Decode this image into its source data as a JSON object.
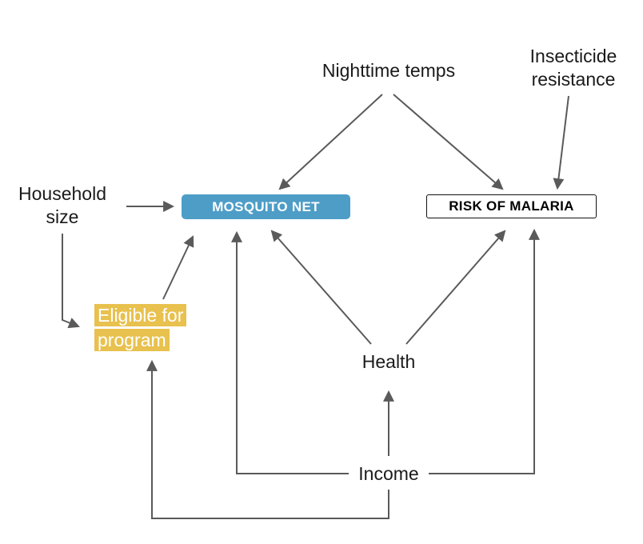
{
  "diagram": {
    "type": "causal-dag",
    "arrow_color": "#5a5a5a",
    "nodes": {
      "nighttime_temps": {
        "label": "Nighttime temps",
        "style": "plain-text"
      },
      "insecticide_resistance": {
        "label": "Insecticide resistance",
        "style": "plain-text"
      },
      "household_size": {
        "label": "Household size",
        "style": "plain-text"
      },
      "mosquito_net": {
        "label": "MOSQUITO NET",
        "style": "filled-box",
        "fill": "#4d9dc7",
        "text_color": "#ffffff"
      },
      "risk_of_malaria": {
        "label": "RISK OF MALARIA",
        "style": "outlined-box",
        "fill": "#ffffff",
        "border_color": "#111111",
        "text_color": "#000000"
      },
      "eligible_for_program": {
        "label": "Eligible for program",
        "style": "highlighted-text",
        "fill": "#e8c14e",
        "text_color": "#ffffff"
      },
      "health": {
        "label": "Health",
        "style": "plain-text"
      },
      "income": {
        "label": "Income",
        "style": "plain-text"
      }
    },
    "edges": [
      {
        "from": "nighttime_temps",
        "to": "mosquito_net"
      },
      {
        "from": "nighttime_temps",
        "to": "risk_of_malaria"
      },
      {
        "from": "insecticide_resistance",
        "to": "risk_of_malaria"
      },
      {
        "from": "household_size",
        "to": "mosquito_net"
      },
      {
        "from": "household_size",
        "to": "eligible_for_program"
      },
      {
        "from": "eligible_for_program",
        "to": "mosquito_net"
      },
      {
        "from": "health",
        "to": "mosquito_net"
      },
      {
        "from": "health",
        "to": "risk_of_malaria"
      },
      {
        "from": "income",
        "to": "health"
      },
      {
        "from": "income",
        "to": "mosquito_net"
      },
      {
        "from": "income",
        "to": "risk_of_malaria"
      },
      {
        "from": "income",
        "to": "eligible_for_program"
      }
    ]
  }
}
